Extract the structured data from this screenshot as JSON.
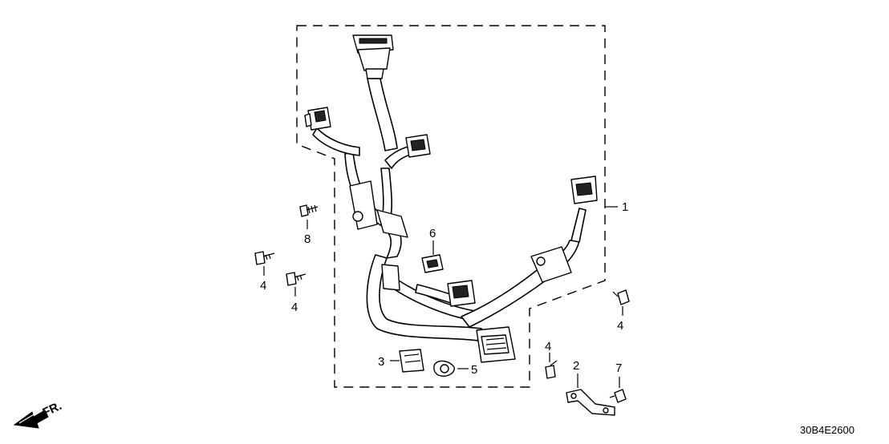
{
  "diagram_code": "30B4E2600",
  "direction_label": "FR.",
  "callouts": {
    "harness": "1",
    "bracket": "2",
    "clip_3": "3",
    "bolt_4_a": "4",
    "bolt_4_b": "4",
    "bolt_4_c": "4",
    "bolt_4_d": "4",
    "clip_5": "5",
    "clip_6": "6",
    "bolt_7": "7",
    "bolt_8": "8"
  }
}
